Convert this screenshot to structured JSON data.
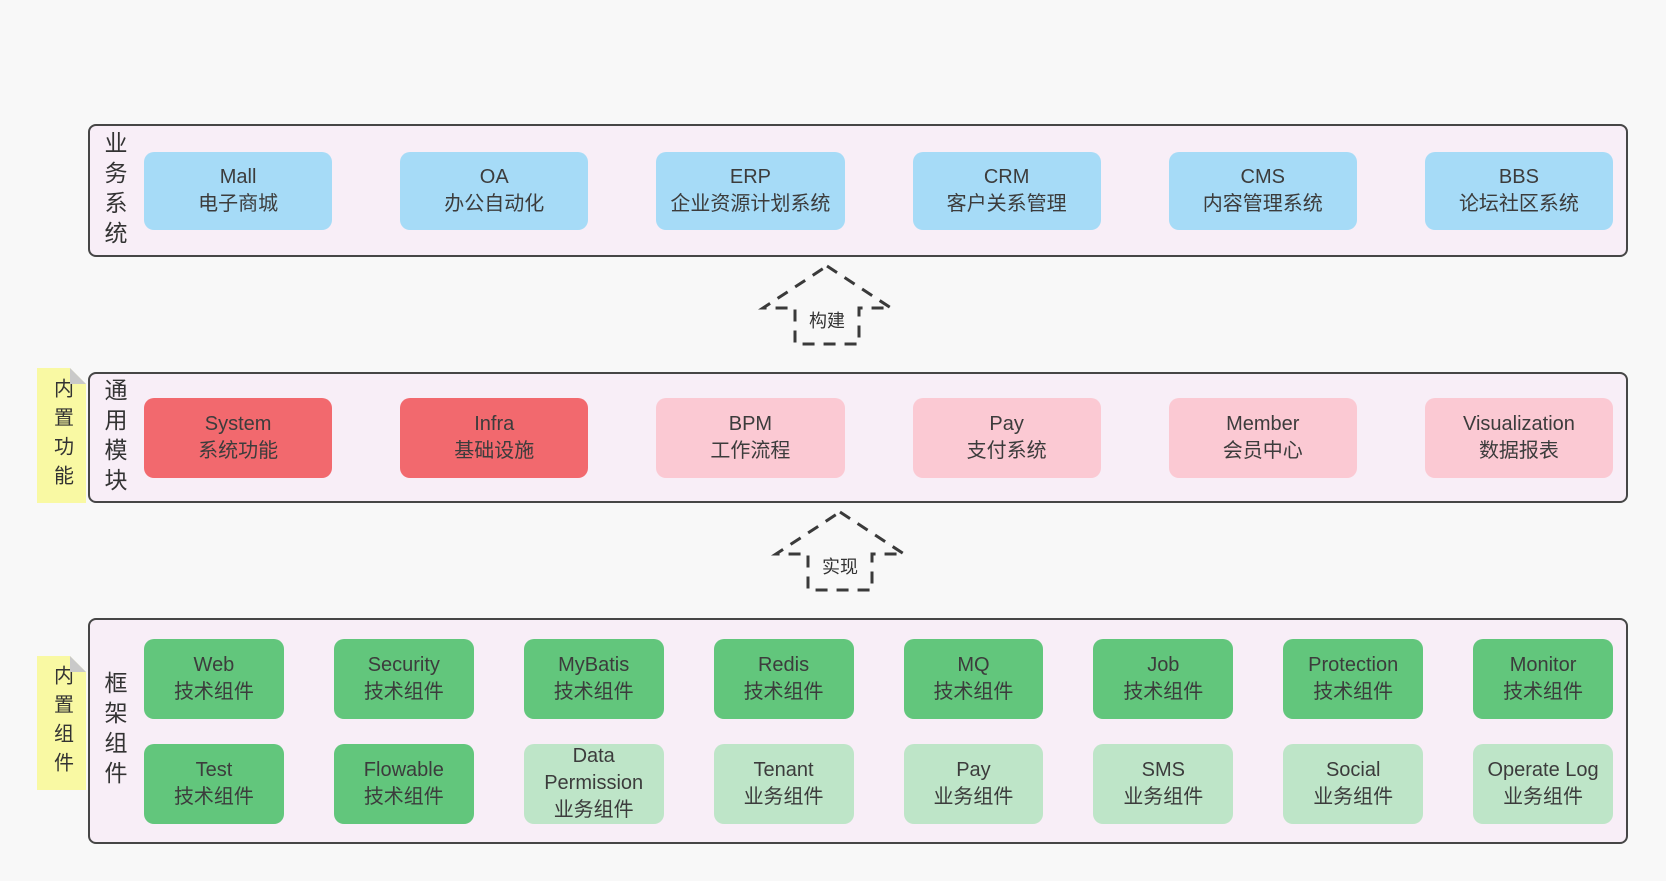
{
  "colors": {
    "page_bg": "#f8f8f8",
    "band_bg": "#f8eef7",
    "band_border": "#464646",
    "blue": "#a6dbf7",
    "red": "#f2696e",
    "pink": "#fbc9d3",
    "green": "#62c67c",
    "lightgreen": "#bee5c8",
    "note_bg": "#f9f9a3",
    "note_fold": "#c9c9c9",
    "arrow": "#3a3a3a",
    "text": "#3c3c3c"
  },
  "arrows": [
    {
      "label": "构建"
    },
    {
      "label": "实现"
    }
  ],
  "bands": [
    {
      "label": "业务系统",
      "rows": [
        [
          {
            "title": "Mall",
            "subtitle": "电子商城",
            "color": "blue"
          },
          {
            "title": "OA",
            "subtitle": "办公自动化",
            "color": "blue"
          },
          {
            "title": "ERP",
            "subtitle": "企业资源计划系统",
            "color": "blue"
          },
          {
            "title": "CRM",
            "subtitle": "客户关系管理",
            "color": "blue"
          },
          {
            "title": "CMS",
            "subtitle": "内容管理系统",
            "color": "blue"
          },
          {
            "title": "BBS",
            "subtitle": "论坛社区系统",
            "color": "blue"
          }
        ]
      ]
    },
    {
      "label": "通用模块",
      "note": "内置功能",
      "rows": [
        [
          {
            "title": "System",
            "subtitle": "系统功能",
            "color": "red"
          },
          {
            "title": "Infra",
            "subtitle": "基础设施",
            "color": "red"
          },
          {
            "title": "BPM",
            "subtitle": "工作流程",
            "color": "pink"
          },
          {
            "title": "Pay",
            "subtitle": "支付系统",
            "color": "pink"
          },
          {
            "title": "Member",
            "subtitle": "会员中心",
            "color": "pink"
          },
          {
            "title": "Visualization",
            "subtitle": "数据报表",
            "color": "pink"
          }
        ]
      ]
    },
    {
      "label": "框架组件",
      "note": "内置组件",
      "rows": [
        [
          {
            "title": "Web",
            "subtitle": "技术组件",
            "color": "green"
          },
          {
            "title": "Security",
            "subtitle": "技术组件",
            "color": "green"
          },
          {
            "title": "MyBatis",
            "subtitle": "技术组件",
            "color": "green"
          },
          {
            "title": "Redis",
            "subtitle": "技术组件",
            "color": "green"
          },
          {
            "title": "MQ",
            "subtitle": "技术组件",
            "color": "green"
          },
          {
            "title": "Job",
            "subtitle": "技术组件",
            "color": "green"
          },
          {
            "title": "Protection",
            "subtitle": "技术组件",
            "color": "green"
          },
          {
            "title": "Monitor",
            "subtitle": "技术组件",
            "color": "green"
          }
        ],
        [
          {
            "title": "Test",
            "subtitle": "技术组件",
            "color": "green"
          },
          {
            "title": "Flowable",
            "subtitle": "技术组件",
            "color": "green"
          },
          {
            "title": "Data Permission",
            "subtitle": "业务组件",
            "color": "lightgreen"
          },
          {
            "title": "Tenant",
            "subtitle": "业务组件",
            "color": "lightgreen"
          },
          {
            "title": "Pay",
            "subtitle": "业务组件",
            "color": "lightgreen"
          },
          {
            "title": "SMS",
            "subtitle": "业务组件",
            "color": "lightgreen"
          },
          {
            "title": "Social",
            "subtitle": "业务组件",
            "color": "lightgreen"
          },
          {
            "title": "Operate Log",
            "subtitle": "业务组件",
            "color": "lightgreen"
          }
        ]
      ]
    }
  ]
}
